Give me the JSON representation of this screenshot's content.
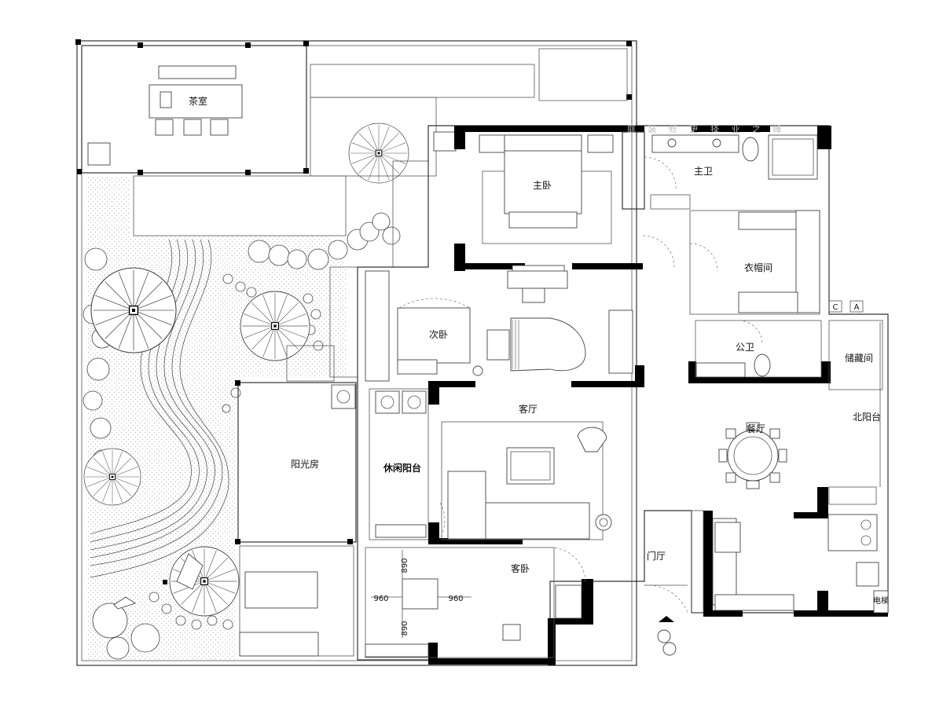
{
  "rooms": {
    "tea_room": "茶室",
    "master_bedroom": "主卧",
    "master_bath": "主卫",
    "cloakroom": "衣帽间",
    "second_bedroom": "次卧",
    "public_bath": "公卫",
    "storage": "储藏间",
    "living_room": "客厅",
    "north_balcony": "北阳台",
    "dining_room": "餐厅",
    "sunroom": "阳光房",
    "leisure_balcony": "休闲阳台",
    "guest_bedroom": "客卧",
    "entrance_hall": "门厅",
    "kitchen_tag": "电梯"
  },
  "dimensions": {
    "d1": "960",
    "d2": "960",
    "d3": "890",
    "d4": "890"
  },
  "watermark": "庭 装 修 更 择 业 之 峰",
  "markers": {
    "a": "A",
    "c": "C"
  }
}
